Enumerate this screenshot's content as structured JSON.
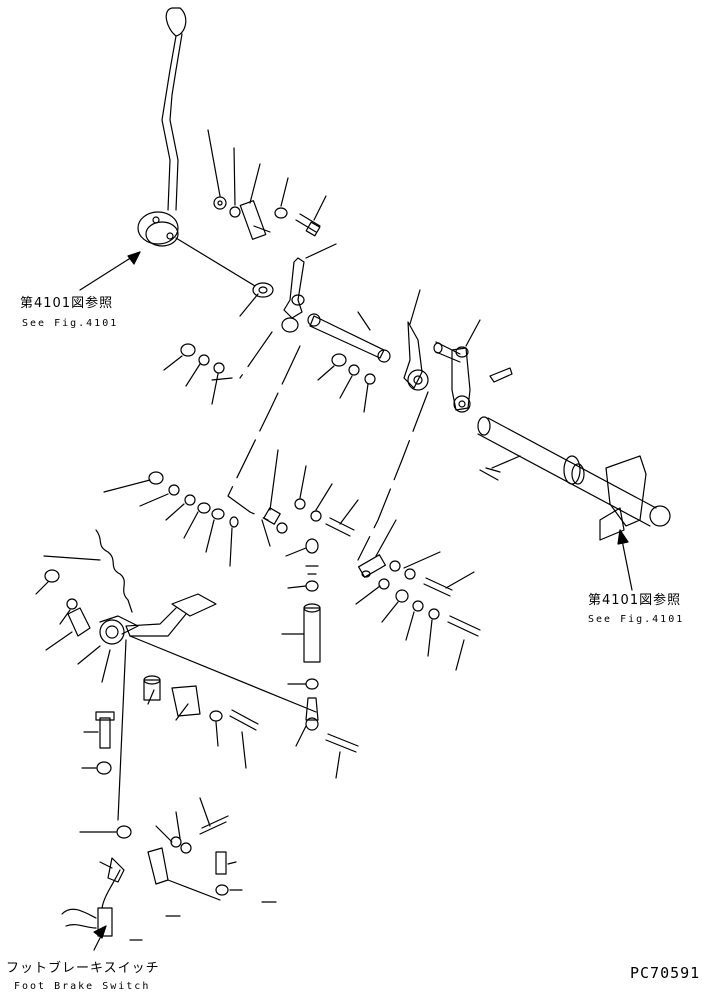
{
  "ref_top_left": {
    "jp": "第4101図参照",
    "en": "See Fig.4101"
  },
  "ref_right": {
    "jp": "第4101図参照",
    "en": "See Fig.4101"
  },
  "foot_brake_switch": {
    "jp": "フットブレーキスイッチ",
    "en": "Foot Brake Switch"
  },
  "drawing_code": "PC70591",
  "colors": {
    "ink": "#000000",
    "paper": "#ffffff"
  }
}
